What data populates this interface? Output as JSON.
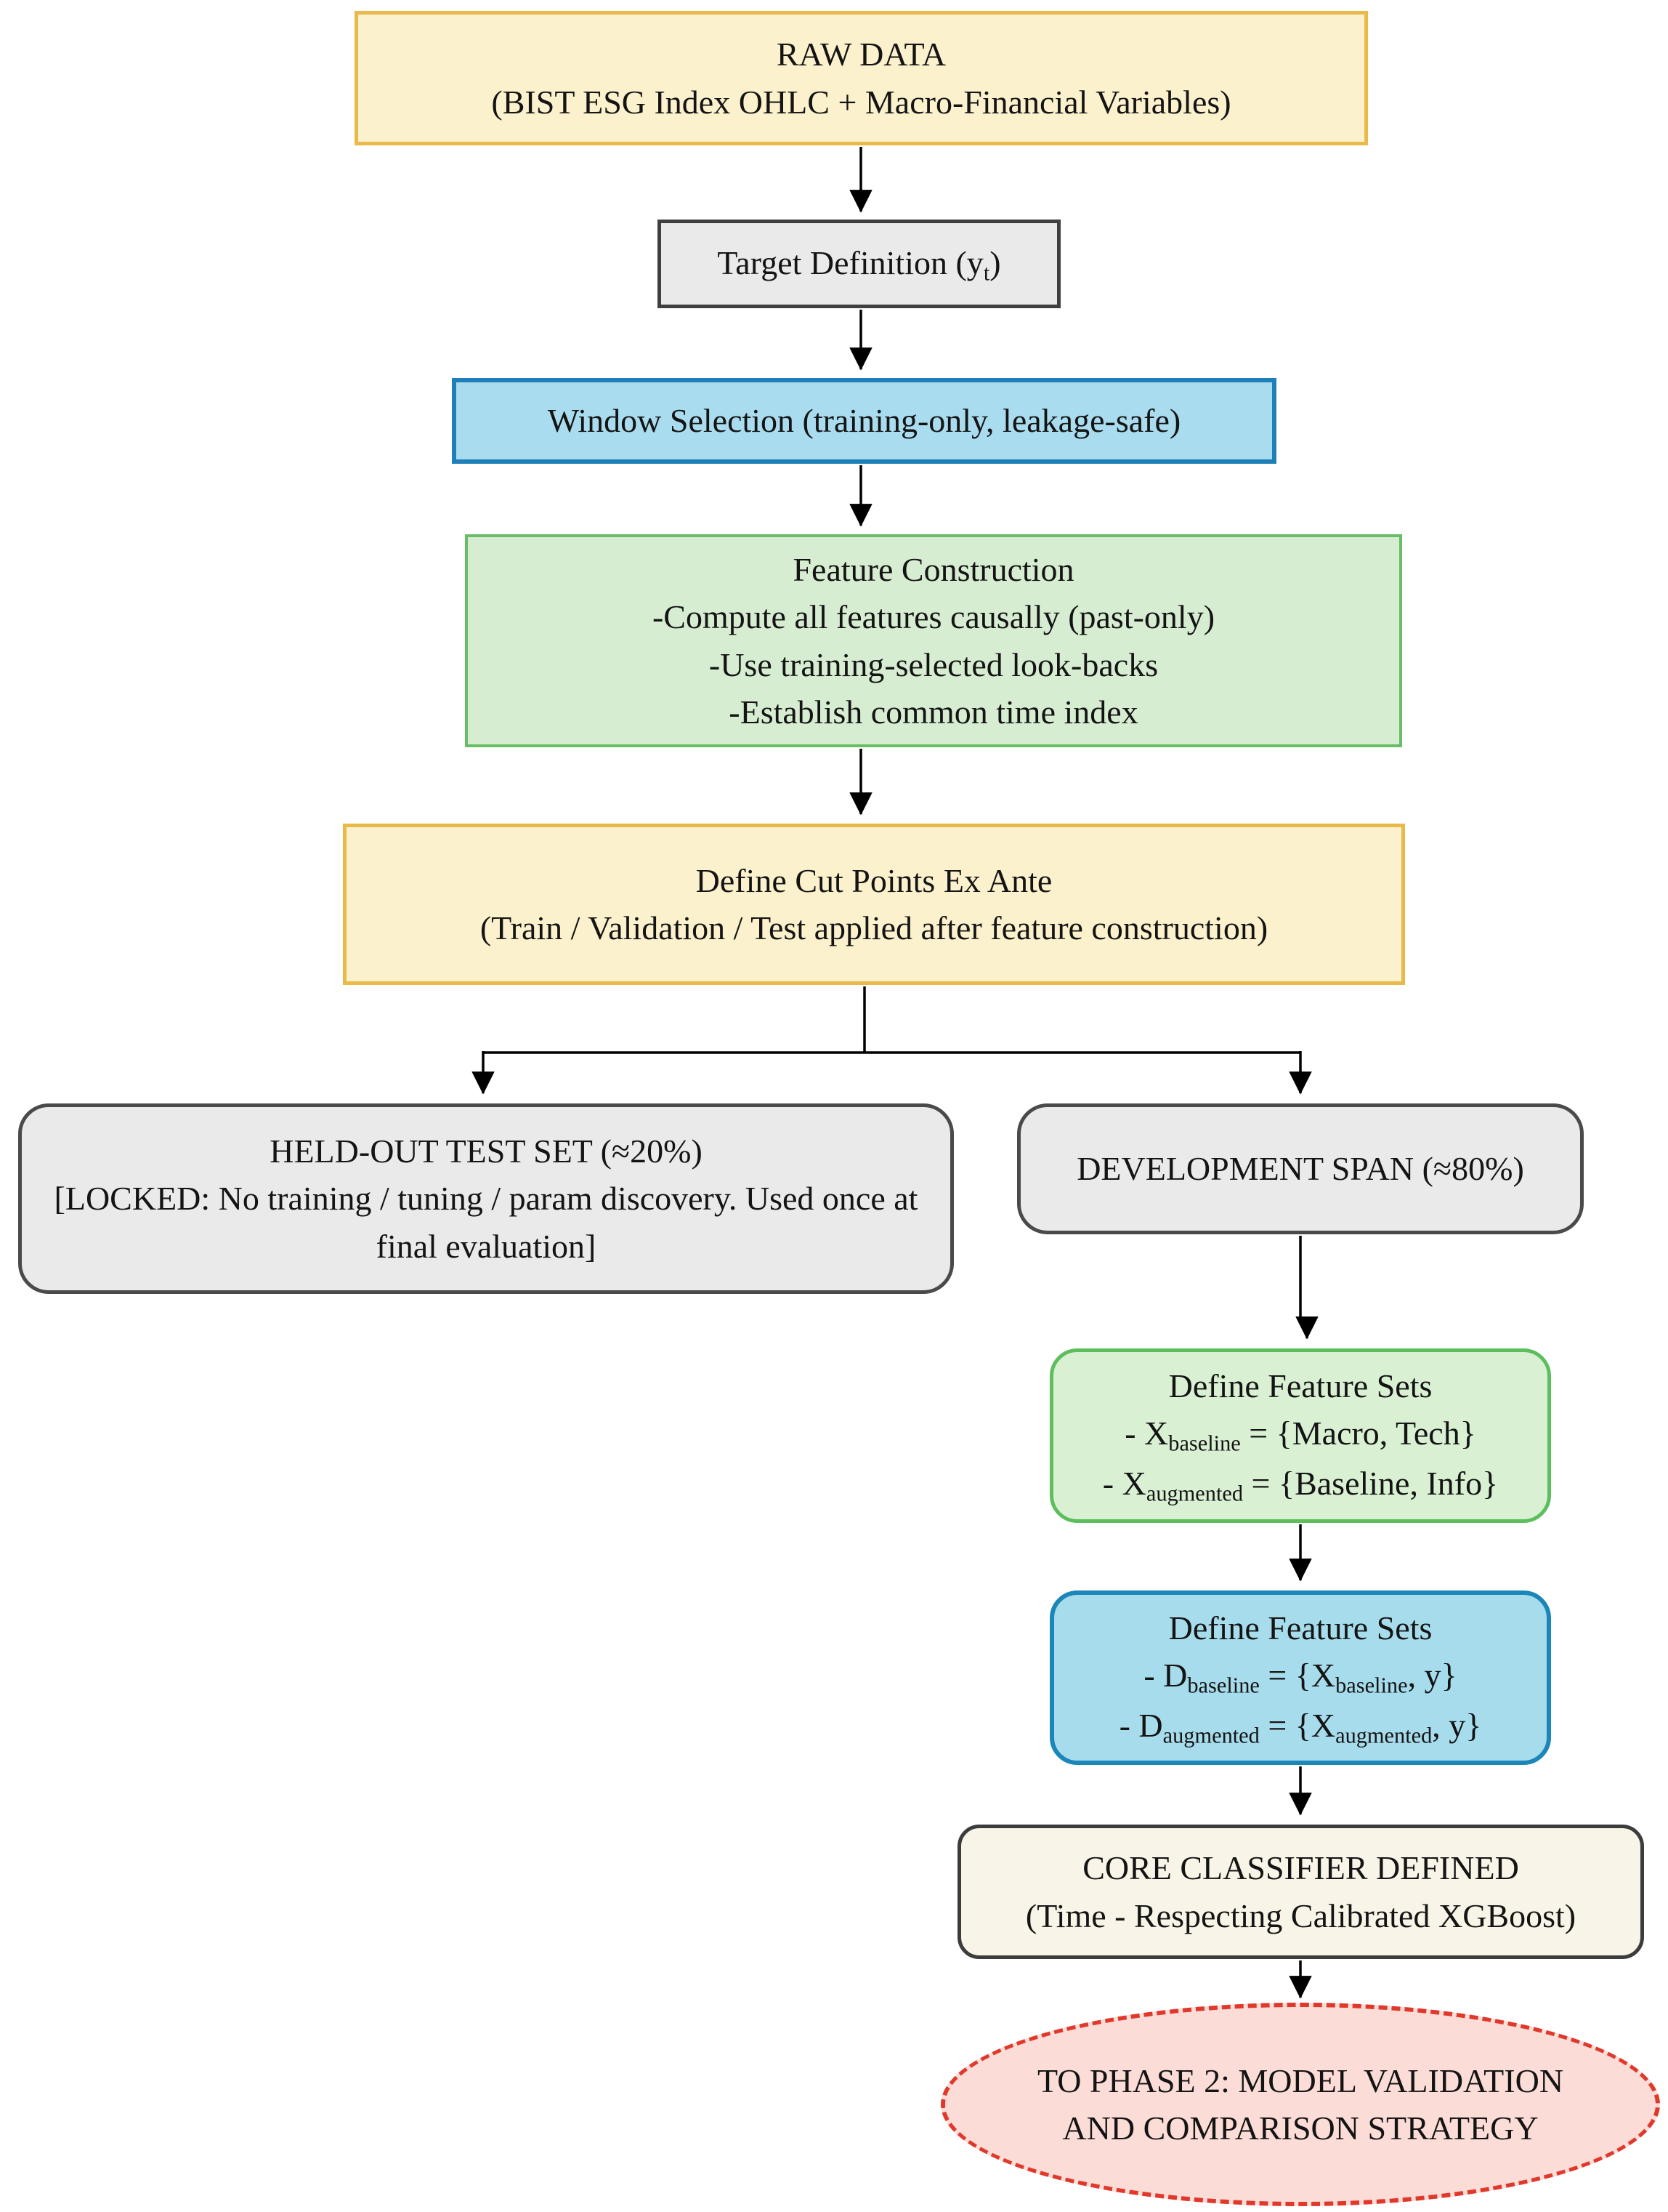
{
  "diagram": {
    "title": "Phase 1 pipeline flowchart: BIST ESG data preparation and core classifier definition",
    "colors": {
      "yellow_fill": "#FCF1CD",
      "yellow_border": "#E9B949",
      "gray_fill": "#EAEAEA",
      "gray_border": "#4A4A4A",
      "blue_fill": "#A9DCEF",
      "blue_border": "#1F7FB8",
      "green_fill": "#D7EDD2",
      "green_border": "#67BE67",
      "cream_fill": "#F8F4E7",
      "cream_border": "#3C3C3C",
      "pink_fill": "#FBDCD7",
      "red_dashed_border": "#E0392B",
      "arrow": "#000000"
    },
    "nodes": {
      "raw_data": {
        "line1": "RAW DATA",
        "line2": "(BIST ESG Index OHLC + Macro-Financial Variables)"
      },
      "target_definition": {
        "pre": "Target Definition (y",
        "sub": "t",
        "post": ")"
      },
      "window_selection": {
        "line1": "Window Selection (training-only, leakage-safe)"
      },
      "feature_construction": {
        "line1": "Feature Construction",
        "line2": "-Compute all features causally (past-only)",
        "line3": "-Use training-selected look-backs",
        "line4": "-Establish common time index"
      },
      "define_cut_points": {
        "line1": "Define Cut Points Ex Ante",
        "line2": "(Train / Validation / Test applied after feature construction)"
      },
      "held_out": {
        "line1": "HELD-OUT TEST SET (≈20%)",
        "line2": "[LOCKED: No training / tuning / param discovery. Used once at final evaluation]"
      },
      "development_span": {
        "line1": "DEVELOPMENT SPAN (≈80%)"
      },
      "feature_sets_x": {
        "line1": "Define Feature Sets",
        "l2_pre": "- X",
        "l2_sub": "baseline",
        "l2_post": " = {Macro, Tech}",
        "l3_pre": "- X",
        "l3_sub": "augmented",
        "l3_post": " = {Baseline, Info}"
      },
      "feature_sets_d": {
        "line1": "Define Feature Sets",
        "l2_pre": "- D",
        "l2_sub": "baseline",
        "l2_mid": " = {X",
        "l2_sub2": "baseline",
        "l2_post": ", y}",
        "l3_pre": "- D",
        "l3_sub": "augmented",
        "l3_mid": " = {X",
        "l3_sub2": "augmented",
        "l3_post": ", y}"
      },
      "core_classifier": {
        "line1": "CORE CLASSIFIER DEFINED",
        "line2": "(Time - Respecting Calibrated XGBoost)"
      },
      "phase2": {
        "line1": "TO PHASE 2: MODEL VALIDATION",
        "line2": "AND COMPARISON STRATEGY"
      }
    }
  }
}
